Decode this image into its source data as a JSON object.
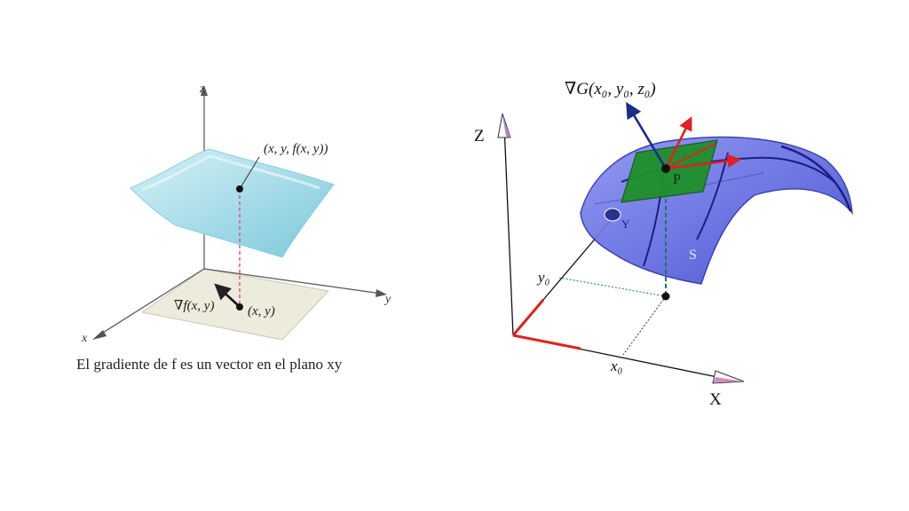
{
  "left_figure": {
    "axis_z": "z",
    "axis_y": "y",
    "axis_x": "x",
    "point_label": "(x, y, f(x, y))",
    "gradient_label": "∇f(x, y)",
    "base_point_label": "(x, y)",
    "caption": "El gradiente de f es un vector en el plano xy",
    "colors": {
      "surface": "#bfe6ee",
      "surface_edge": "#6fc3d6",
      "plane": "#ecebdc",
      "dashed": "#d4579a"
    }
  },
  "right_figure": {
    "axis_z": "Z",
    "axis_x": "X",
    "axis_y_label": "Y",
    "gradient_label": "∇G(x₀, y₀, z₀)",
    "point_label": "P",
    "surface_label": "S",
    "x0_label": "x₀",
    "y0_label": "y₀",
    "colors": {
      "surface": "#6f78e6",
      "tangent_plane": "#1f8f2a",
      "vector": "#1b2a8c",
      "red_vector": "#e02020",
      "dashed": "#1a7a5a"
    }
  }
}
